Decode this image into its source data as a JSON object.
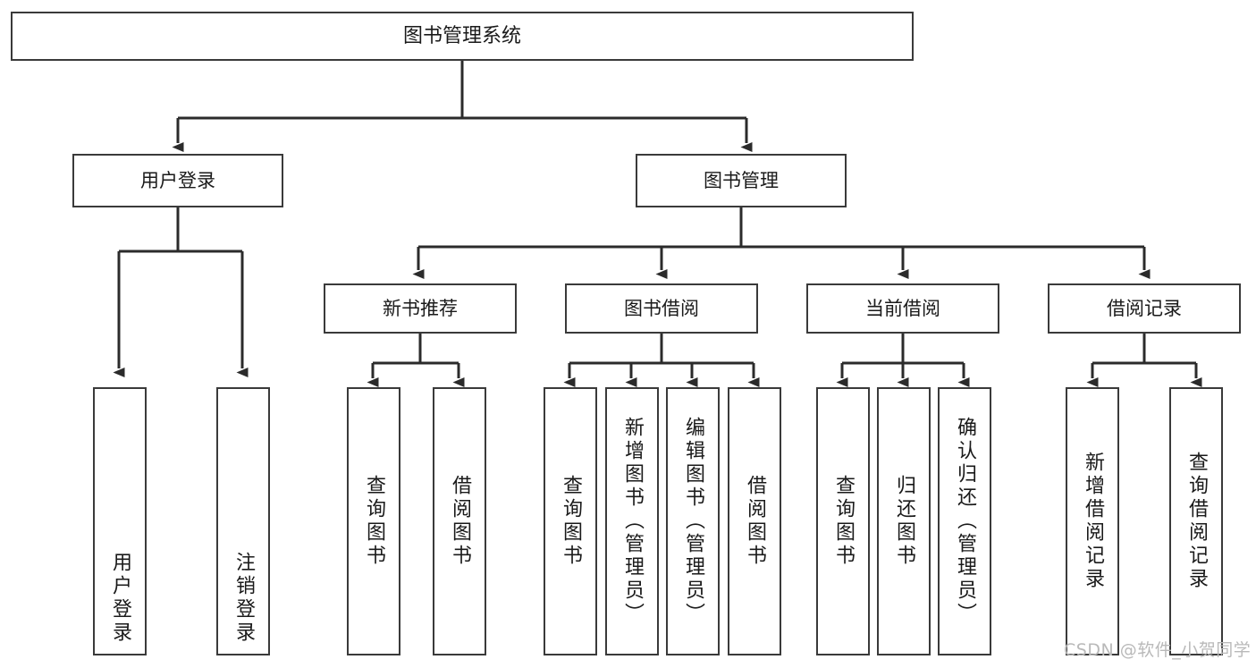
{
  "diagram": {
    "type": "hierarchy-tree",
    "title": "图书管理系统",
    "watermark": "CSDN @软件_小贺同学",
    "colors": {
      "box_border": "#3a3a3a",
      "box_fill": "#ffffff",
      "edge": "#2b2b2b",
      "text": "#1a1a1a",
      "watermark": "#b9b9b9"
    },
    "levels": {
      "root": {
        "label": "图书管理系统"
      },
      "level2": [
        {
          "label": "用户登录"
        },
        {
          "label": "图书管理"
        }
      ],
      "level3": [
        {
          "label": "新书推荐"
        },
        {
          "label": "图书借阅"
        },
        {
          "label": "当前借阅"
        },
        {
          "label": "借阅记录"
        }
      ],
      "leaves": [
        {
          "label": "用户登录",
          "parent": "用户登录"
        },
        {
          "label": "注销登录",
          "parent": "用户登录"
        },
        {
          "label": "查询图书",
          "parent": "新书推荐"
        },
        {
          "label": "借阅图书",
          "parent": "新书推荐"
        },
        {
          "label": "查询图书",
          "parent": "图书借阅"
        },
        {
          "label": "新增图书（管理员）",
          "parent": "图书借阅"
        },
        {
          "label": "编辑图书（管理员）",
          "parent": "图书借阅"
        },
        {
          "label": "借阅图书",
          "parent": "图书借阅"
        },
        {
          "label": "查询图书",
          "parent": "当前借阅"
        },
        {
          "label": "归还图书",
          "parent": "当前借阅"
        },
        {
          "label": "确认归还（管理员）",
          "parent": "当前借阅"
        },
        {
          "label": "新增借阅记录",
          "parent": "借阅记录"
        },
        {
          "label": "查询借阅记录",
          "parent": "借阅记录"
        }
      ]
    }
  }
}
